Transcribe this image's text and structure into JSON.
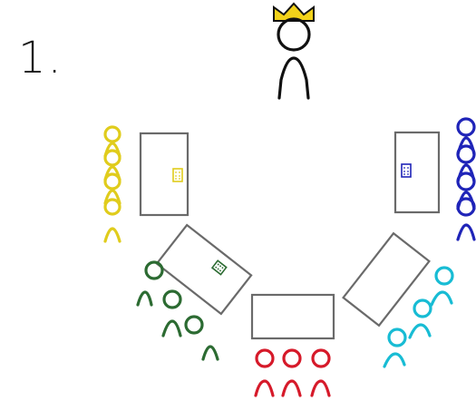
{
  "step_label": "1.",
  "colors": {
    "king": "#111111",
    "crown": "#f2d21a",
    "yellow": "#e0cc1c",
    "blue": "#1f24b8",
    "darkgreen": "#2c6b32",
    "red": "#d61a2a",
    "cyan": "#18bcd4",
    "table": "#6a6a6a"
  },
  "king": {
    "icon": "king-with-crown-icon"
  },
  "tables": [
    {
      "id": "yellow-table",
      "team": "yellow",
      "token_color": "#e0cc1c"
    },
    {
      "id": "green-table",
      "team": "darkgreen",
      "token_color": "#2c6b32"
    },
    {
      "id": "red-table",
      "team": "red",
      "token_color": null
    },
    {
      "id": "cyan-table",
      "team": "cyan",
      "token_color": null
    },
    {
      "id": "blue-table",
      "team": "blue",
      "token_color": "#1f24b8"
    }
  ],
  "teams": [
    {
      "id": "yellow",
      "members": 4
    },
    {
      "id": "darkgreen",
      "members": 3
    },
    {
      "id": "red",
      "members": 3
    },
    {
      "id": "cyan",
      "members": 3
    },
    {
      "id": "blue",
      "members": 4
    }
  ]
}
